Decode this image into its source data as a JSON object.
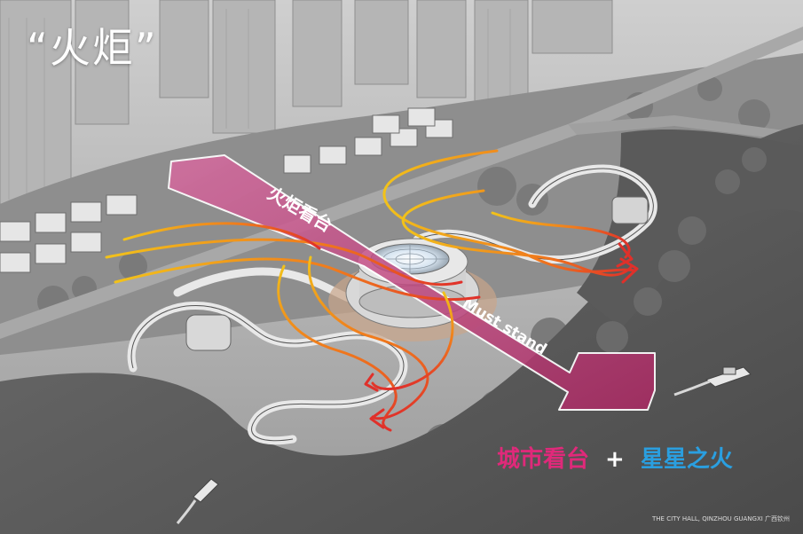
{
  "title": "“火炬”",
  "band_label_cn": "火炬看台",
  "band_label_en": "Must stand",
  "caption": {
    "left": "城市看台",
    "plus": "+",
    "right": "星星之火"
  },
  "credit": "THE CITY HALL, QINZHOU GUANGXI 广西钦州",
  "colors": {
    "band": "#b0306a",
    "caption_left": "#e0297a",
    "caption_right": "#2a9fe0",
    "flame_yellow": "#f2c21a",
    "flame_orange": "#f07a1c",
    "flame_red": "#e0302a"
  }
}
